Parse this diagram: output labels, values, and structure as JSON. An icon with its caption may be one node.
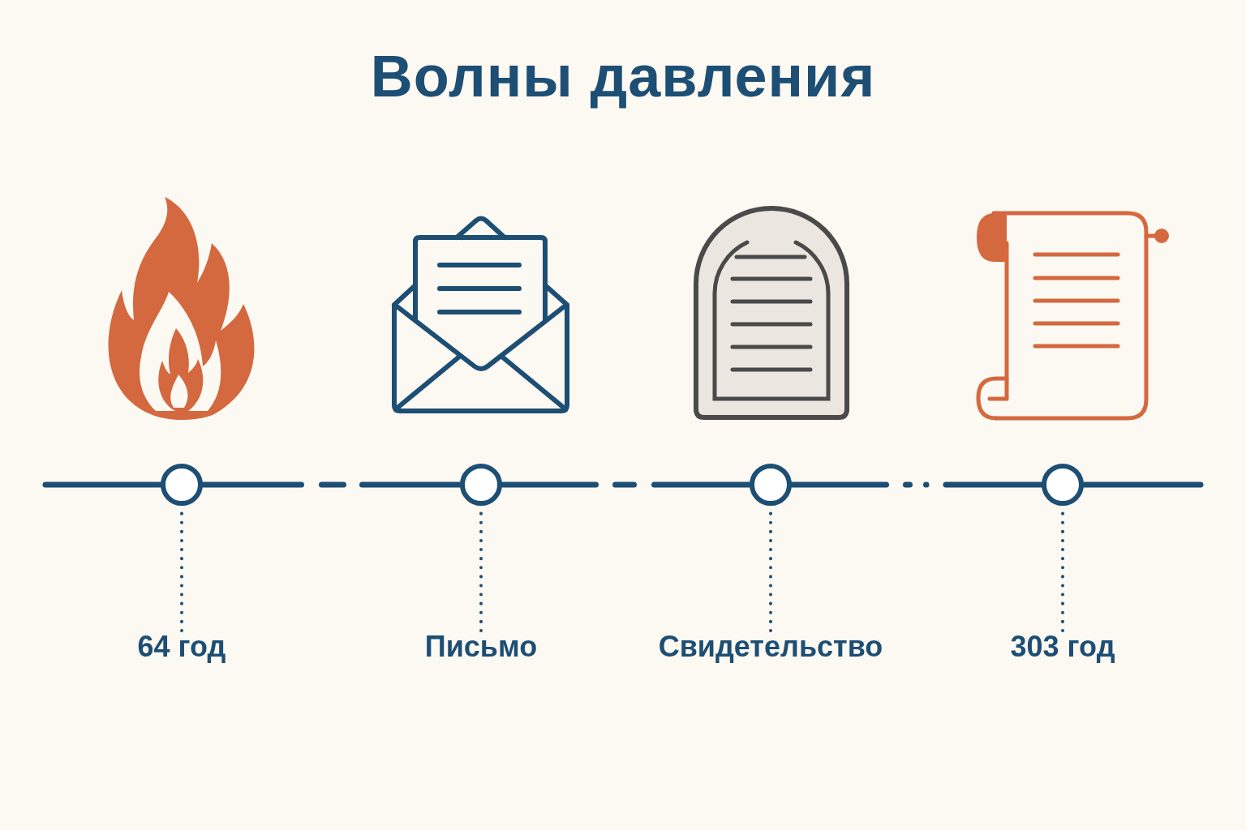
{
  "diagram": {
    "title": "Волны давления",
    "nodes": [
      {
        "text": [],
        "shape": "circle"
      },
      {
        "text": [],
        "shape": "circle"
      },
      {
        "text": [],
        "shape": "circle"
      },
      {
        "text": [],
        "shape": "circle"
      },
      {
        "text": [
          "64 год"
        ]
      },
      {
        "text": [
          "Письмо"
        ]
      },
      {
        "text": [
          "Свидетельство"
        ]
      },
      {
        "text": [
          "303 год"
        ]
      }
    ],
    "edges": [
      {
        "from": null,
        "to": 0,
        "arrow": "none"
      },
      {
        "from": 0,
        "to": 1,
        "arrow": "none",
        "style": "dashed"
      },
      {
        "from": 1,
        "to": 2,
        "arrow": "none",
        "style": "dashed"
      },
      {
        "from": 2,
        "to": 3,
        "arrow": "none",
        "style": "dashed"
      },
      {
        "from": 3,
        "to": null,
        "arrow": "none"
      },
      {
        "from": 4,
        "to": 0,
        "arrow": "none",
        "style": "dashed"
      },
      {
        "from": 5,
        "to": 1,
        "arrow": "none",
        "style": "dashed"
      },
      {
        "from": 6,
        "to": 2,
        "arrow": "none",
        "style": "dashed"
      },
      {
        "from": 7,
        "to": 3,
        "arrow": "none",
        "style": "dashed"
      }
    ]
  }
}
